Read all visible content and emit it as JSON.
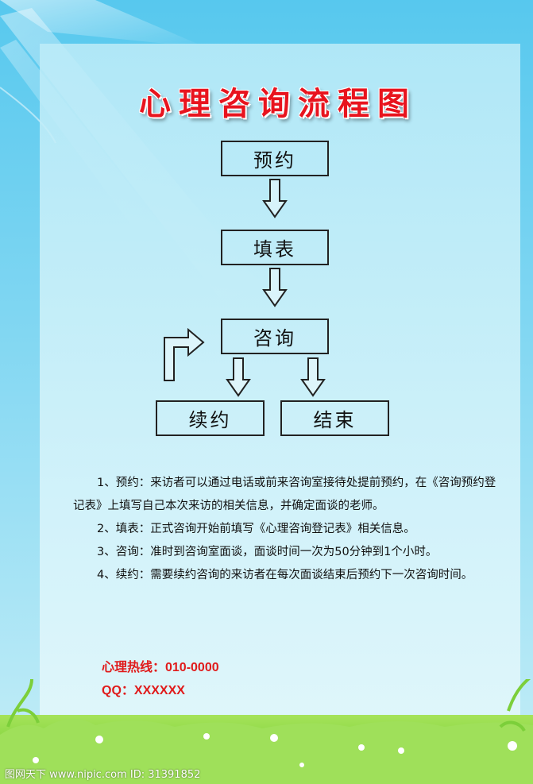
{
  "title": "心理咨询流程图",
  "flow": {
    "step1": "预约",
    "step2": "填表",
    "step3": "咨询",
    "step4": "续约",
    "step5": "结束"
  },
  "notes": [
    "1、预约：来访者可以通过电话或前来咨询室接待处提前预约，在《咨询预约登记表》上填写自己本次来访的相关信息，并确定面谈的老师。",
    "2、填表：正式咨询开始前填写《心理咨询登记表》相关信息。",
    "3、咨询：准时到咨询室面谈，面谈时间一次为50分钟到1个小时。",
    "4、续约：需要续约咨询的来访者在每次面谈结束后预约下一次咨询时间。"
  ],
  "contact": {
    "hotline": "心理热线：010-0000",
    "qq": "QQ：XXXXXX"
  },
  "watermark": "图网天下 www.nipic.com  ID: 31391852",
  "colors": {
    "title": "#e8141e",
    "contact": "#e01b1b",
    "sky": "#57c8ee",
    "grass": "#7fd23b"
  }
}
